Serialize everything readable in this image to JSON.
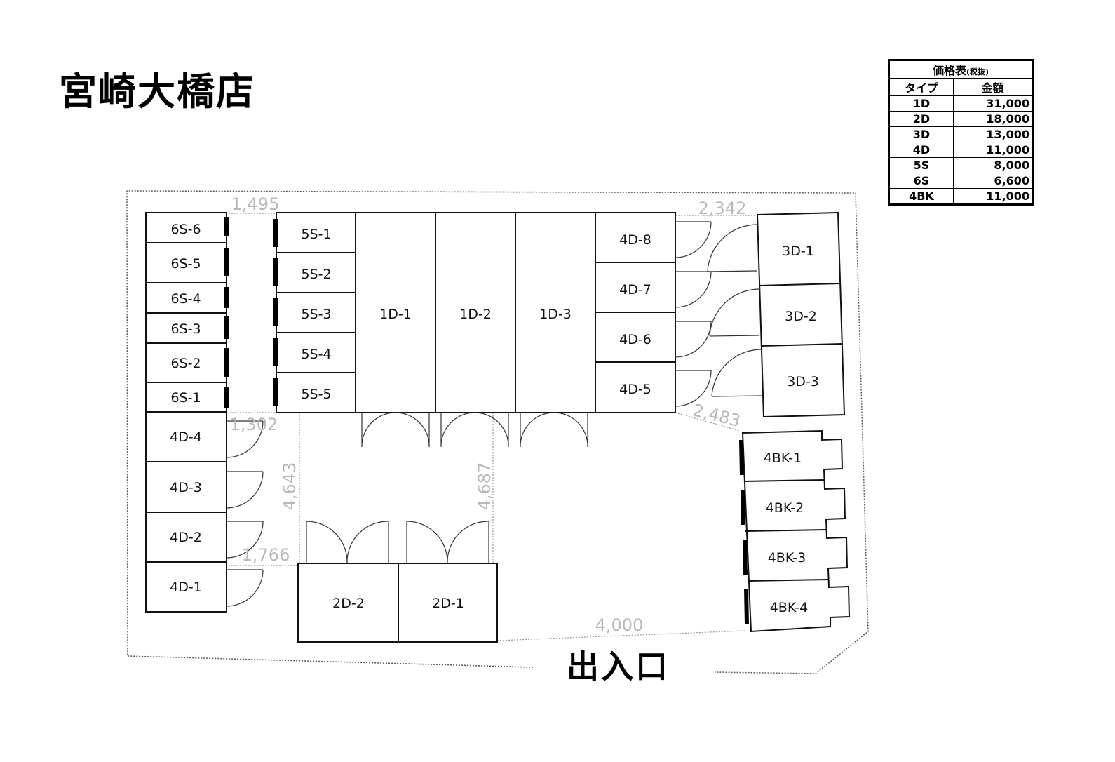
{
  "store_name": "宮崎大橋店",
  "entrance_label": "出入口",
  "price_table": {
    "title": "価格表",
    "title_note": "(税抜)",
    "col_type": "タイプ",
    "col_price": "金額",
    "rows": [
      {
        "type": "1D",
        "price": "31,000"
      },
      {
        "type": "2D",
        "price": "18,000"
      },
      {
        "type": "3D",
        "price": "13,000"
      },
      {
        "type": "4D",
        "price": "11,000"
      },
      {
        "type": "5S",
        "price": "8,000"
      },
      {
        "type": "6S",
        "price": "6,600"
      },
      {
        "type": "4BK",
        "price": "11,000"
      }
    ]
  },
  "units": {
    "6s": [
      "6S-6",
      "6S-5",
      "6S-4",
      "6S-3",
      "6S-2",
      "6S-1"
    ],
    "5s": [
      "5S-1",
      "5S-2",
      "5S-3",
      "5S-4",
      "5S-5"
    ],
    "1d": [
      "1D-1",
      "1D-2",
      "1D-3"
    ],
    "4d_right": [
      "4D-8",
      "4D-7",
      "4D-6",
      "4D-5"
    ],
    "4d_left": [
      "4D-4",
      "4D-3",
      "4D-2",
      "4D-1"
    ],
    "3d": [
      "3D-1",
      "3D-2",
      "3D-3"
    ],
    "4bk": [
      "4BK-1",
      "4BK-2",
      "4BK-3",
      "4BK-4"
    ],
    "2d": [
      "2D-2",
      "2D-1"
    ]
  },
  "dimensions": [
    "1,495",
    "2,342",
    "1,302",
    "4,643",
    "4,687",
    "2,483",
    "1,766",
    "4,000"
  ]
}
